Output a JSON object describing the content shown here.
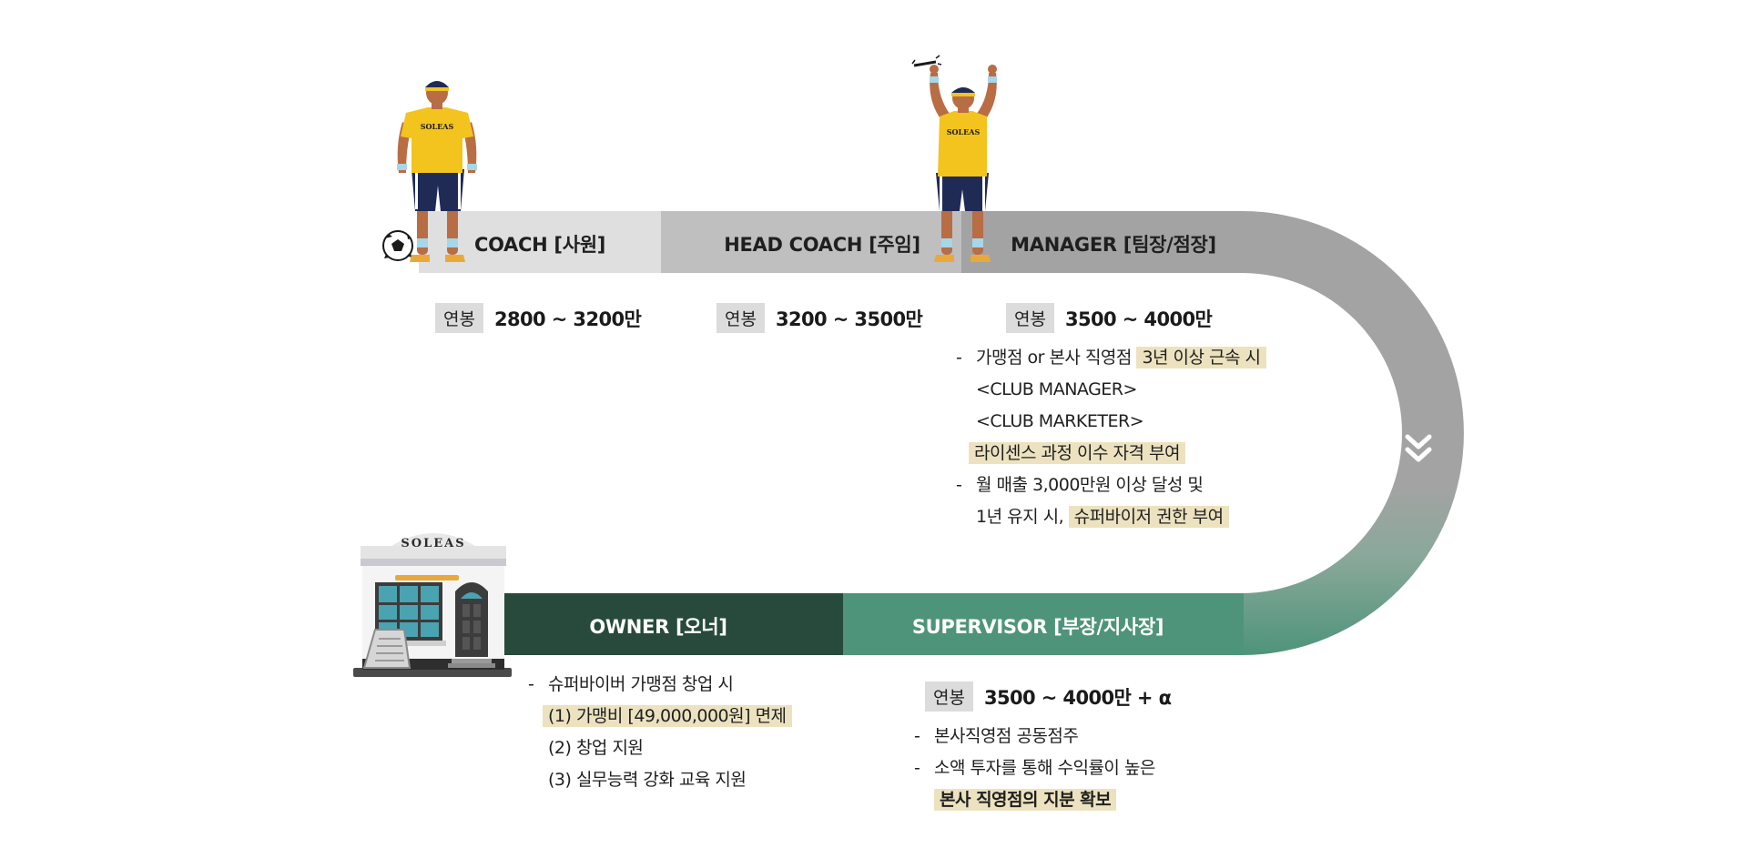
{
  "stages": {
    "coach": {
      "label": "COACH [사원]",
      "salary_tag": "연봉",
      "salary": "2800 ~ 3200만"
    },
    "head_coach": {
      "label": "HEAD COACH [주임]",
      "salary_tag": "연봉",
      "salary": "3200 ~ 3500만"
    },
    "manager": {
      "label": "MANAGER [팀장/점장]",
      "salary_tag": "연봉",
      "salary": "3500 ~ 4000만",
      "notes": {
        "line1_prefix": "가맹점 or 본사 직영점 ",
        "line1_highlight": "3년 이상 근속 시",
        "line2": "<CLUB MANAGER>",
        "line3": "<CLUB MARKETER>",
        "line4_highlight": "라이센스 과정 이수 자격 부여",
        "line5": "월 매출 3,000만원 이상 달성 및",
        "line6_prefix": "1년 유지 시, ",
        "line6_highlight": "슈퍼바이저 권한 부여"
      }
    },
    "supervisor": {
      "label": "SUPERVISOR [부장/지사장]",
      "salary_tag": "연봉",
      "salary": "3500 ~ 4000만 + α",
      "notes": {
        "line1": "본사직영점 공동점주",
        "line2": "소액 투자를 통해 수익률이 높은",
        "line3_highlight": "본사 직영점의 지분 확보"
      }
    },
    "owner": {
      "label": "OWNER [오너]",
      "notes": {
        "line1": "슈퍼바이버 가맹점 창업 시",
        "line2_highlight": "(1) 가맹비 [49,000,000원] 면제",
        "line3": "(2) 창업 지원",
        "line4": "(3) 실무능력 강화 교육 지원"
      }
    }
  },
  "brand": {
    "shirt_text": "SOLEAS",
    "store_sign": "SOLEAS"
  },
  "bullet": "-",
  "colors": {
    "coach_bar": "#dedfde",
    "head_coach_bar": "#bfbfbf",
    "manager_bar": "#a3a3a3",
    "supervisor_bar": "#4e947a",
    "owner_bar": "#274a3c",
    "highlight": "#ece2bf",
    "shirt": "#f2c41d",
    "shorts": "#1f2a55",
    "skin": "#b86d45"
  },
  "icons": [
    "soccer-ball-icon",
    "double-chevron-down-icon",
    "store-building-icon",
    "player-figure-icon",
    "cheering-player-figure-icon"
  ]
}
